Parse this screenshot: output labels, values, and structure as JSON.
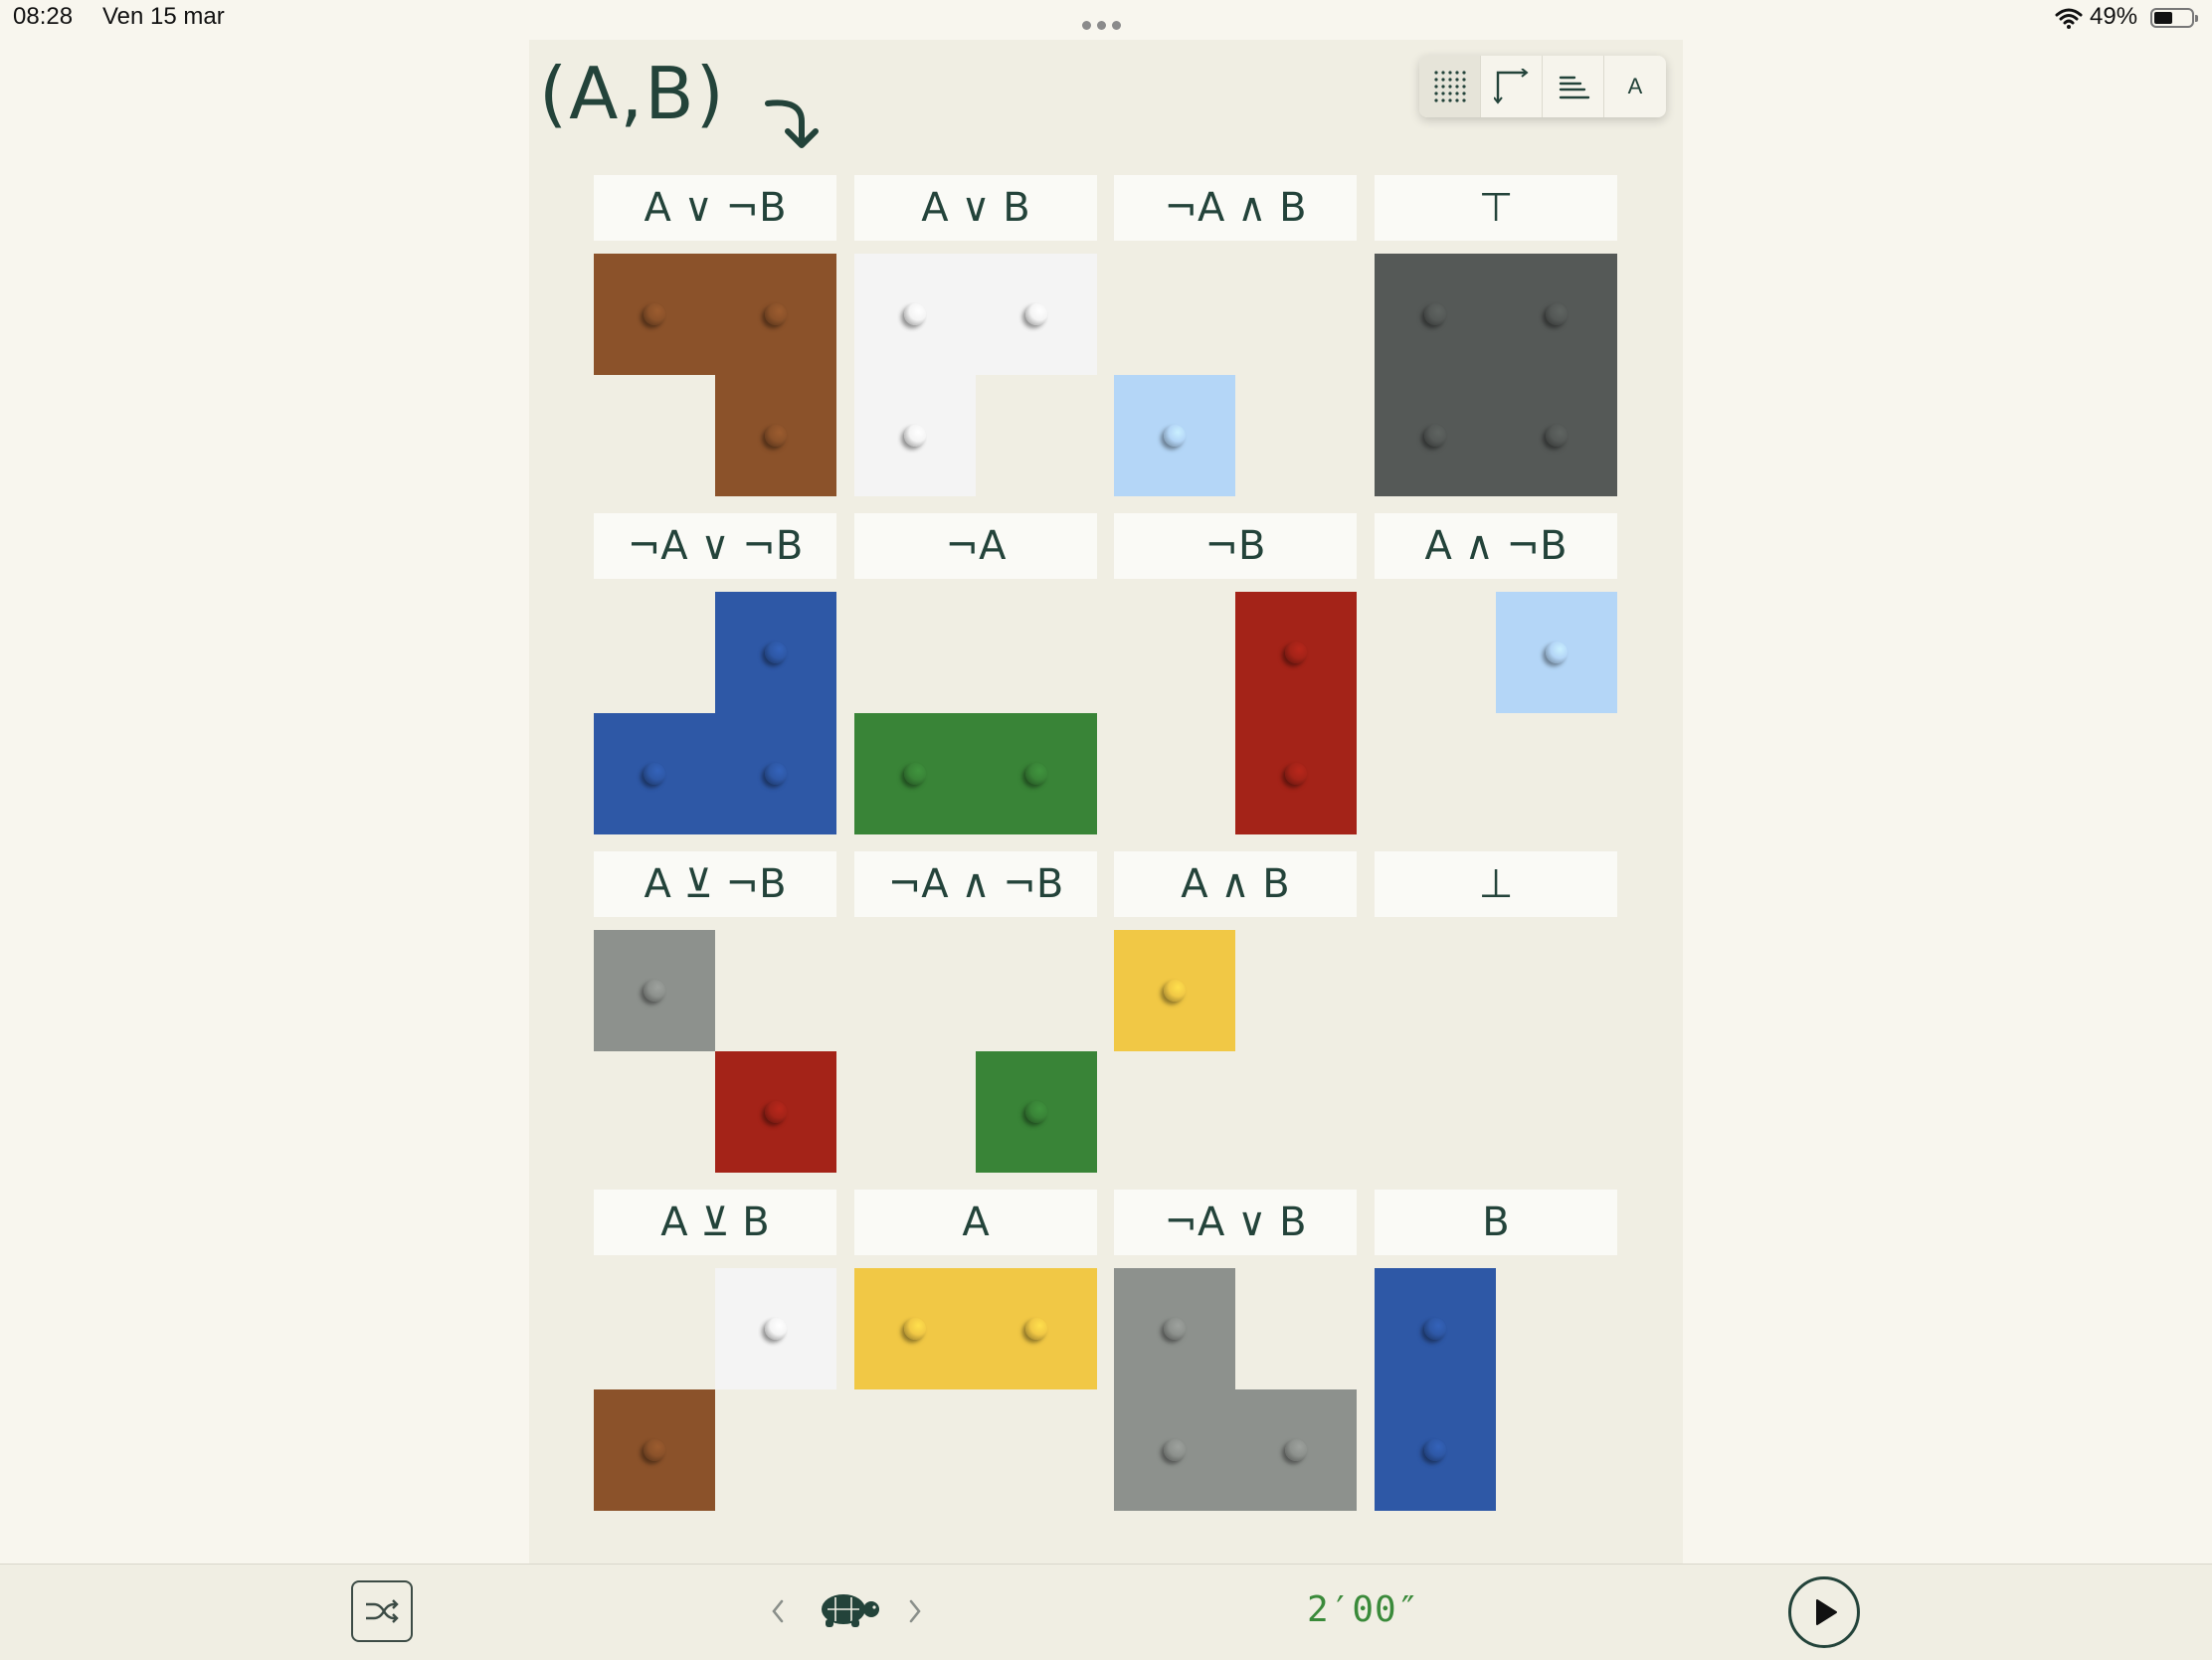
{
  "status_bar": {
    "time": "08:28",
    "date": "Ven 15 mar",
    "battery": "49%"
  },
  "header": {
    "title": "(A,B)",
    "icons": [
      "curved-arrow-icon"
    ]
  },
  "toolbar": {
    "items": [
      {
        "name": "grid-dots-icon"
      },
      {
        "name": "corner-axes-icon"
      },
      {
        "name": "align-lines-icon"
      },
      {
        "name": "letter-toggle",
        "label": "A"
      }
    ]
  },
  "colors": {
    "brown": "#8b522a",
    "white": "#f4f4f4",
    "light_blue": "#b4d6f7",
    "dark_gray": "#555957",
    "blue": "#2e58a6",
    "green": "#398437",
    "red": "#a42318",
    "gray": "#8d918d",
    "yellow": "#f1c845",
    "background": "#f8f6ee",
    "panel": "#f0eee3",
    "text": "#23433a",
    "timer": "#3a8a3a"
  },
  "grid": {
    "cells": [
      {
        "label": "A ∨ ¬B",
        "color": "brown",
        "quadrants": [
          true,
          true,
          false,
          true
        ]
      },
      {
        "label": "A ∨ B",
        "color": "white",
        "quadrants": [
          true,
          true,
          true,
          false
        ]
      },
      {
        "label": "¬A ∧ B",
        "color": "light_blue",
        "quadrants": [
          false,
          false,
          true,
          false
        ]
      },
      {
        "label": "⊤",
        "color": "dark_gray",
        "quadrants": [
          true,
          true,
          true,
          true
        ]
      },
      {
        "label": "¬A ∨ ¬B",
        "color": "blue",
        "quadrants": [
          false,
          true,
          true,
          true
        ]
      },
      {
        "label": "¬A",
        "color": "green",
        "quadrants": [
          false,
          false,
          true,
          true
        ]
      },
      {
        "label": "¬B",
        "color": "red",
        "quadrants": [
          false,
          true,
          false,
          true
        ]
      },
      {
        "label": "A ∧ ¬B",
        "color": "light_blue",
        "quadrants": [
          false,
          true,
          false,
          false
        ]
      },
      {
        "label": "A ⊻ ¬B",
        "colors": [
          "gray",
          null,
          null,
          "red"
        ],
        "quadrants": [
          true,
          false,
          false,
          true
        ]
      },
      {
        "label": "¬A ∧ ¬B",
        "color": "green",
        "quadrants": [
          false,
          false,
          false,
          true
        ]
      },
      {
        "label": "A ∧ B",
        "color": "yellow",
        "quadrants": [
          true,
          false,
          false,
          false
        ]
      },
      {
        "label": "⊥",
        "color": "dark_gray",
        "quadrants": [
          false,
          false,
          false,
          false
        ]
      },
      {
        "label": "A ⊻ B",
        "colors": [
          null,
          "white",
          "brown",
          null
        ],
        "quadrants": [
          false,
          true,
          true,
          false
        ]
      },
      {
        "label": "A",
        "color": "yellow",
        "quadrants": [
          true,
          true,
          false,
          false
        ]
      },
      {
        "label": "¬A ∨ B",
        "color": "gray",
        "quadrants": [
          true,
          false,
          true,
          true
        ]
      },
      {
        "label": "B",
        "color": "blue",
        "quadrants": [
          true,
          false,
          true,
          false
        ]
      }
    ]
  },
  "bottom_bar": {
    "timer": "2′00″",
    "icons": [
      "shuffle-icon",
      "chevron-left-icon",
      "turtle-icon",
      "chevron-right-icon",
      "play-icon"
    ]
  }
}
